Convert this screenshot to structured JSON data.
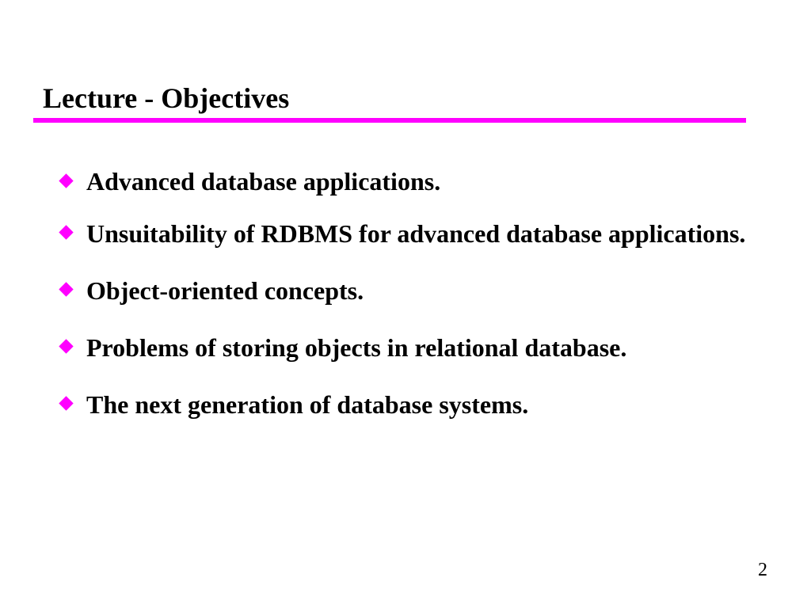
{
  "slide": {
    "title": "Lecture - Objectives",
    "accent_color": "#ff00ff",
    "bullet_icon": "magenta-diamond-bullet",
    "bullets": [
      "Advanced database applications.",
      "Unsuitability of RDBMS for advanced database applications.",
      "Object-oriented concepts.",
      "Problems of storing objects in relational database.",
      "The next generation of database systems."
    ],
    "page_number": "2"
  }
}
